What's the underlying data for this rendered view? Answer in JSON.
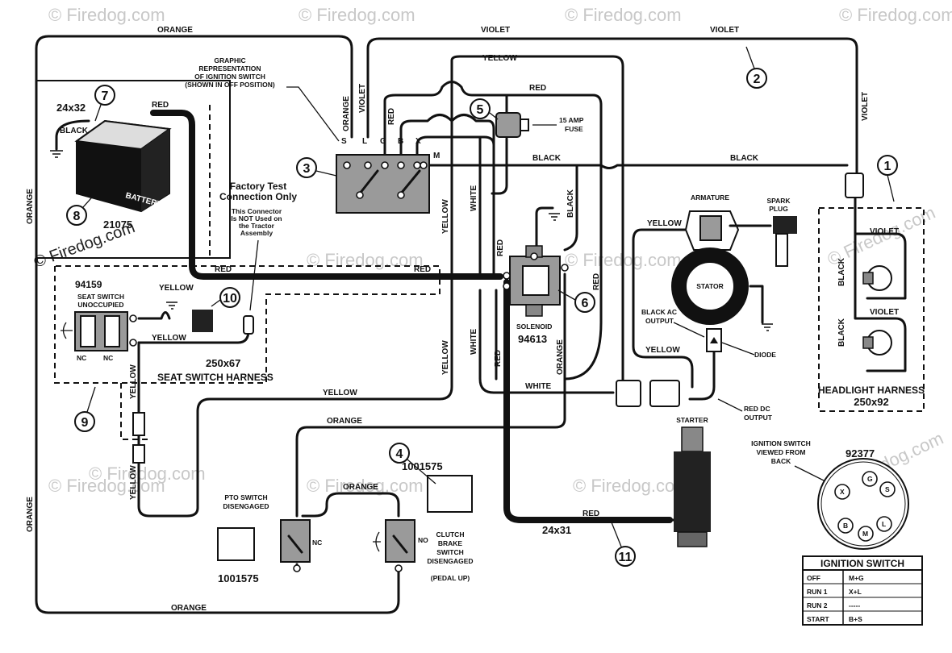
{
  "watermarks": [
    "© Firedog.com",
    "© Firedog.com",
    "© Firedog.com",
    "© Firedog.com",
    "© Firedog.com",
    "© Firedog.com",
    "© Firedog.com",
    "© Firedog.com",
    "© Firedog.com",
    "© Firedog.com",
    "© Firedog.com",
    "© Firedog.com"
  ],
  "wires": {
    "orange_top": "ORANGE",
    "violet_top1": "VIOLET",
    "violet_top2": "VIOLET",
    "yellow_top": "YELLOW",
    "red_fuse": "RED",
    "red_batt": "RED",
    "black_batt": "BLACK",
    "orange_sw": "ORANGE",
    "violet_sw": "VIOLET",
    "red_sw": "RED",
    "black_mid": "BLACK",
    "black_right": "BLACK",
    "violet_right": "VIOLET",
    "yellow_vert": "YELLOW",
    "white_vert": "WHITE",
    "red_main1": "RED",
    "red_main2": "RED",
    "red_vert1": "RED",
    "red_vert2": "RED",
    "black_sol": "BLACK",
    "yellow_arm": "YELLOW",
    "yellow_seat": "YELLOW",
    "yellow_seat2": "YELLOW",
    "yellow_harness": "YELLOW",
    "yellow_left_vert": "YELLOW",
    "yellow_low_vert": "YELLOW",
    "yellow_long": "YELLOW",
    "white_low_vert": "WHITE",
    "red_low_vert": "RED",
    "orange_low_vert": "ORANGE",
    "white_low": "WHITE",
    "yellow_stator": "YELLOW",
    "orange_mid": "ORANGE",
    "orange_pto": "ORANGE",
    "orange_left": "ORANGE",
    "orange_left2": "ORANGE",
    "orange_bottom": "ORANGE",
    "red_starter": "RED",
    "red_right_vert": "RED",
    "black_hl1": "BLACK",
    "black_hl2": "BLACK",
    "violet_hl": "VIOLET"
  },
  "ignition_graphic": {
    "caption_l1": "GRAPHIC",
    "caption_l2": "REPRESENTATION",
    "caption_l3": "OF IGNITION SWITCH",
    "caption_l4": "(SHOWN IN OFF POSITION)",
    "terminals": [
      "S",
      "L",
      "G",
      "B",
      "X",
      "M"
    ]
  },
  "fuse": {
    "label_l1": "15 AMP",
    "label_l2": "FUSE"
  },
  "battery": {
    "size": "24x32",
    "name": "BATTERY",
    "part": "21075"
  },
  "factory_test": {
    "title_l1": "Factory Test",
    "title_l2": "Connection Only",
    "note_l1": "This Connector",
    "note_l2": "Is NOT Used on",
    "note_l3": "the Tractor",
    "note_l4": "Assembly"
  },
  "seat_switch": {
    "part": "94159",
    "title_l1": "SEAT SWITCH",
    "title_l2": "UNOCCUPIED",
    "nc1": "NC",
    "nc2": "NC",
    "harness_part": "250x67",
    "harness_name": "SEAT SWITCH HARNESS"
  },
  "solenoid": {
    "name": "SOLENOID",
    "part": "94613"
  },
  "engine": {
    "armature": "ARMATURE",
    "spark_l1": "SPARK",
    "spark_l2": "PLUG",
    "stator": "STATOR",
    "black_ac_l1": "BLACK AC",
    "black_ac_l2": "OUTPUT",
    "diode": "DIODE",
    "red_dc_l1": "RED DC",
    "red_dc_l2": "OUTPUT",
    "starter": "STARTER"
  },
  "headlight": {
    "name": "HEADLIGHT HARNESS",
    "part": "250x92"
  },
  "pto": {
    "title_l1": "PTO SWITCH",
    "title_l2": "DISENGAGED",
    "nc": "NC",
    "part": "1001575"
  },
  "clutch": {
    "part": "1001575",
    "no": "NO",
    "title_l1": "CLUTCH",
    "title_l2": "BRAKE",
    "title_l3": "SWITCH",
    "title_l4": "DISENGAGED",
    "title_l5": "(PEDAL UP)"
  },
  "cable_size": "24x31",
  "ignition_back": {
    "title_l1": "IGNITION SWITCH",
    "title_l2": "VIEWED FROM",
    "title_l3": "BACK",
    "part": "92377",
    "terminals": [
      "X",
      "G",
      "S",
      "B",
      "M",
      "L"
    ]
  },
  "ignition_table": {
    "title": "IGNITION SWITCH",
    "rows": [
      {
        "pos": "OFF",
        "conn": "M+G"
      },
      {
        "pos": "RUN 1",
        "conn": "X+L"
      },
      {
        "pos": "RUN 2",
        "conn": "-----"
      },
      {
        "pos": "START",
        "conn": "B+S"
      }
    ]
  },
  "callouts": [
    "1",
    "2",
    "3",
    "4",
    "5",
    "6",
    "7",
    "8",
    "9",
    "10",
    "11"
  ]
}
